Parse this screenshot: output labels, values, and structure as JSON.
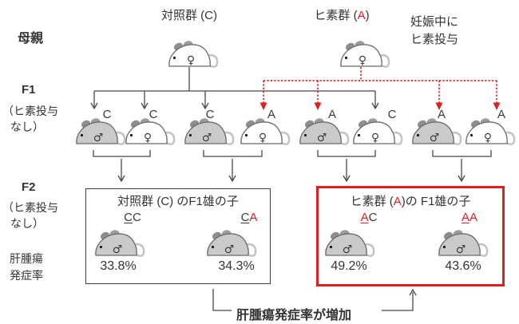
{
  "colors": {
    "red": "#e02020",
    "line": "#474747",
    "text": "#333333",
    "male_body": "#cacaca",
    "female_body": "#ffffff"
  },
  "labels": {
    "mother": "母親",
    "f1": "F1",
    "f1_note_line1": "（ヒ素投与",
    "f1_note_line2": "なし）",
    "f2": "F2",
    "f2_note_line1": "（ヒ素投与",
    "f2_note_line2": "なし）",
    "rate_note_line1": "肝腫瘍",
    "rate_note_line2": "発症率",
    "pregnancy_note_line1": "妊娠中に",
    "pregnancy_note_line2": "ヒ素投与",
    "bottom_note": "肝腫瘍発症率が増加"
  },
  "groups": {
    "control": {
      "pre": "対照群 (",
      "letter": "C",
      "post": ")",
      "letter_red": false
    },
    "arsenic": {
      "pre": "ヒ素群 (",
      "letter": "A",
      "post": ")",
      "letter_red": true
    }
  },
  "mothers": [
    {
      "group": "control",
      "sex": "female"
    },
    {
      "group": "arsenic",
      "sex": "female"
    }
  ],
  "f1_mice": [
    {
      "sex": "male",
      "label": "C",
      "red": false
    },
    {
      "sex": "female",
      "label": "C",
      "red": false
    },
    {
      "sex": "male",
      "label": "C",
      "red": false
    },
    {
      "sex": "female",
      "label": "A",
      "red": true
    },
    {
      "sex": "male",
      "label": "A",
      "red": true
    },
    {
      "sex": "female",
      "label": "C",
      "red": false
    },
    {
      "sex": "male",
      "label": "A",
      "red": true
    },
    {
      "sex": "female",
      "label": "A",
      "red": true
    }
  ],
  "f2_boxes": [
    {
      "title_pre": "対照群 (",
      "title_letter": "C",
      "title_post": ") のF1雄の子",
      "title_letter_red": false,
      "columns": [
        {
          "g1": "C",
          "g1_red": false,
          "g2": "C",
          "g2_red": false,
          "sex": "male",
          "rate": "33.8%"
        },
        {
          "g1": "C",
          "g1_red": false,
          "g2": "A",
          "g2_red": true,
          "sex": "male",
          "rate": "34.3%"
        }
      ]
    },
    {
      "title_pre": "ヒ素群 (",
      "title_letter": "A",
      "title_post": ")の F1雄の子",
      "title_letter_red": true,
      "columns": [
        {
          "g1": "A",
          "g1_red": true,
          "g2": "C",
          "g2_red": false,
          "sex": "male",
          "rate": "49.2%"
        },
        {
          "g1": "A",
          "g1_red": true,
          "g2": "A",
          "g2_red": true,
          "sex": "male",
          "rate": "43.6%"
        }
      ]
    }
  ]
}
